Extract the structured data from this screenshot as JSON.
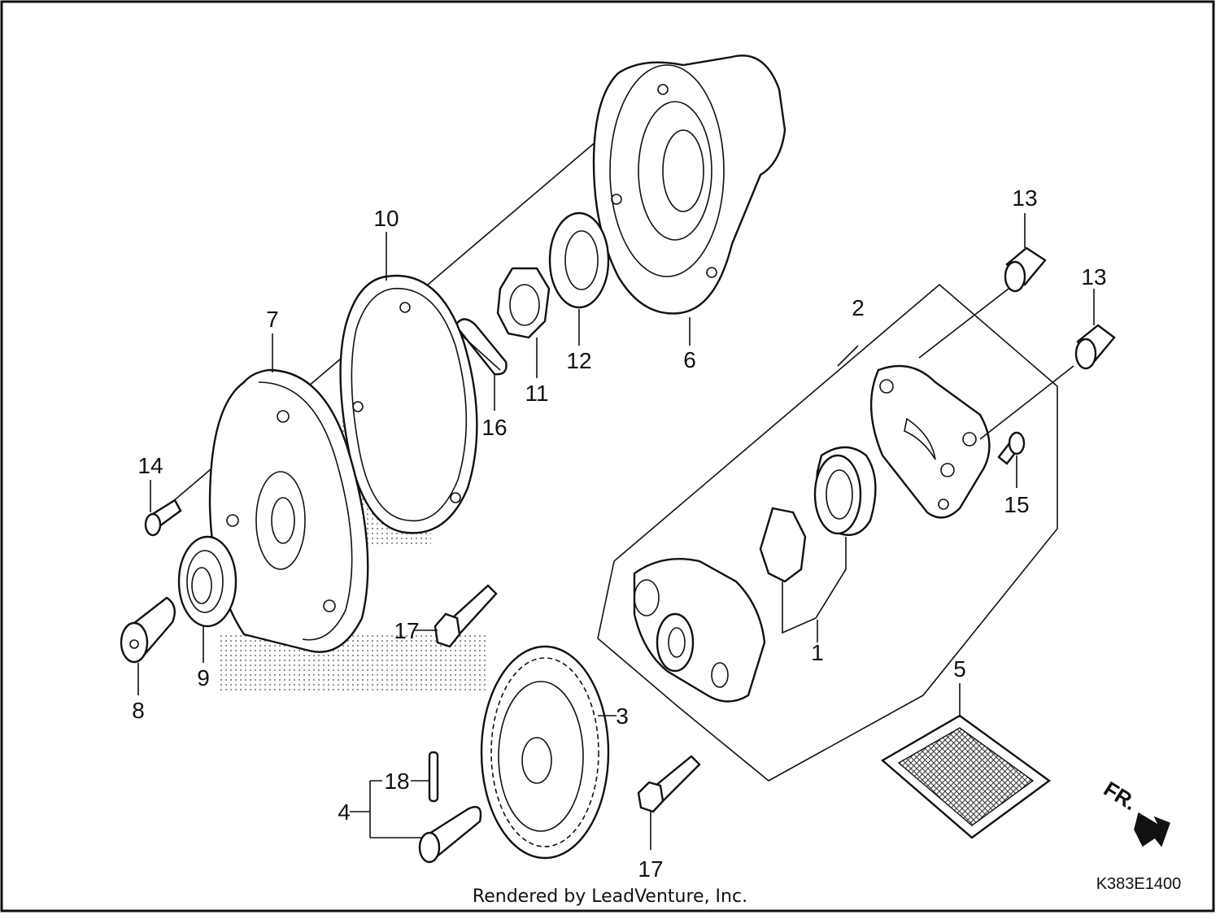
{
  "diagram": {
    "callouts": [
      "1",
      "2",
      "3",
      "4",
      "5",
      "6",
      "7",
      "8",
      "9",
      "10",
      "11",
      "12",
      "13",
      "13",
      "14",
      "15",
      "16",
      "17",
      "17",
      "18"
    ],
    "direction_marker": "FR.",
    "diagram_code": "K383E1400",
    "footer": "Rendered by LeadVenture, Inc."
  }
}
